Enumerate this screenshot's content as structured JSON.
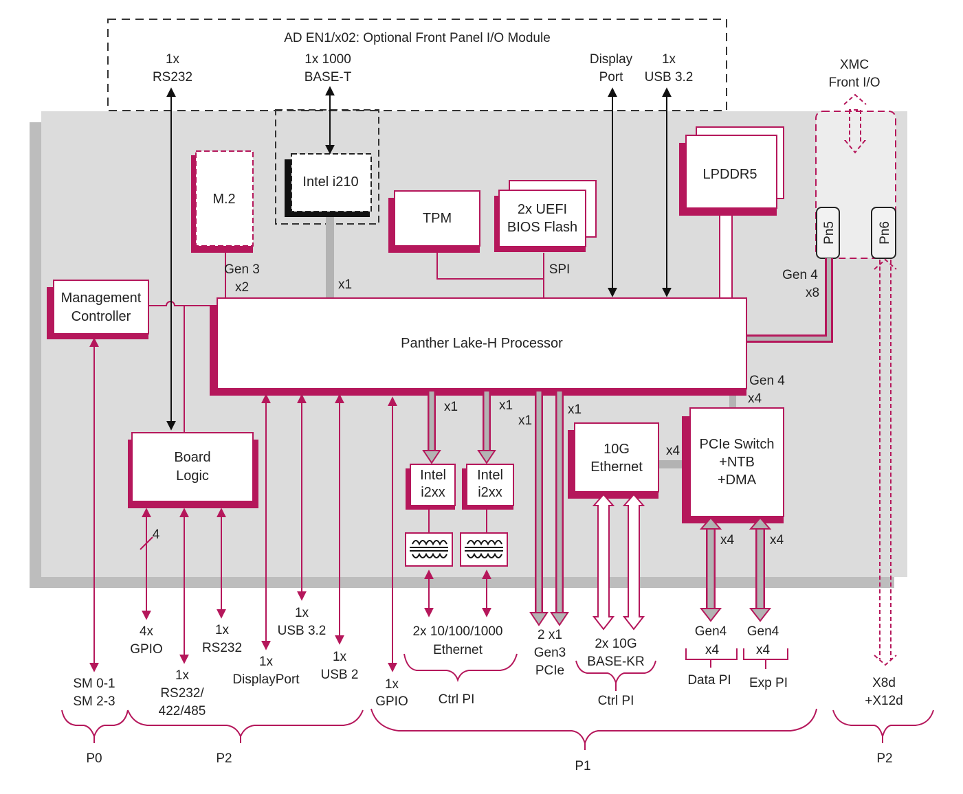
{
  "colors": {
    "accent": "#b5175b",
    "board": "#dcdcdc",
    "board_shadow": "#bdbdbd",
    "bus_gray": "#b3b3b3",
    "text": "#222222",
    "black": "#111111"
  },
  "module": {
    "title": "AD EN1/x02: Optional Front Panel I/O Module",
    "rs232": [
      "1x",
      "RS232"
    ],
    "gbe": [
      "1x 1000",
      "BASE-T"
    ],
    "displayport": [
      "Display",
      "Port"
    ],
    "usb32": [
      "1x",
      "USB 3.2"
    ]
  },
  "xmc": {
    "title": [
      "XMC",
      "Front I/O"
    ],
    "pn5": "Pn5",
    "pn6": "Pn6"
  },
  "blocks": {
    "m2": "M.2",
    "i210": "Intel i210",
    "tpm": "TPM",
    "bios": [
      "2x UEFI",
      "BIOS Flash"
    ],
    "lpddr5": "LPDDR5",
    "mgmt": [
      "Management",
      "Controller"
    ],
    "cpu": "Panther Lake-H Processor",
    "board_logic": [
      "Board",
      "Logic"
    ],
    "intel_i2xx_1": [
      "Intel",
      "i2xx"
    ],
    "intel_i2xx_2": [
      "Intel",
      "i2xx"
    ],
    "ten_g": [
      "10G",
      "Ethernet"
    ],
    "pcie_switch": [
      "PCIe Switch",
      "+NTB",
      "+DMA"
    ]
  },
  "links": {
    "m2_gen": [
      "Gen 3",
      "x2"
    ],
    "i210_x1": "x1",
    "spi": "SPI",
    "xmc_gen": [
      "Gen 4",
      "x8"
    ],
    "switch_gen": [
      "Gen 4",
      "x4"
    ],
    "eth1_x1": "x1",
    "eth2_x1": "x1",
    "pcie1_x1": "x1",
    "pcie2_x1": "x1",
    "ten_g_x4": "x4",
    "data_x4": "x4",
    "exp_x4": "x4",
    "gpio_width": "4"
  },
  "bottom": {
    "sm": [
      "SM 0-1",
      "SM 2-3"
    ],
    "gpio4": [
      "4x",
      "GPIO"
    ],
    "rs232_422": [
      "1x",
      "RS232/",
      "422/485"
    ],
    "rs232": [
      "1x",
      "RS232"
    ],
    "displayport": [
      "1x",
      "DisplayPort"
    ],
    "usb32": [
      "1x",
      "USB 3.2"
    ],
    "usb2": [
      "1x",
      "USB 2"
    ],
    "gpio1": [
      "1x",
      "GPIO"
    ],
    "ethernet": [
      "2x 10/100/1000",
      "Ethernet"
    ],
    "ctrl_pl_1": "Ctrl PI",
    "gen3_pcie": [
      "2 x1",
      "Gen3",
      "PCIe"
    ],
    "base_kr": [
      "2x 10G",
      "BASE-KR"
    ],
    "ctrl_pl_2": "Ctrl PI",
    "gen4_data": [
      "Gen4",
      "x4"
    ],
    "data_pl": "Data PI",
    "gen4_exp": [
      "Gen4",
      "x4"
    ],
    "exp_pl": "Exp PI",
    "x8d": [
      "X8d",
      "+X12d"
    ]
  },
  "connectors": {
    "p0": "P0",
    "p2_left": "P2",
    "p1": "P1",
    "p2_right": "P2"
  }
}
